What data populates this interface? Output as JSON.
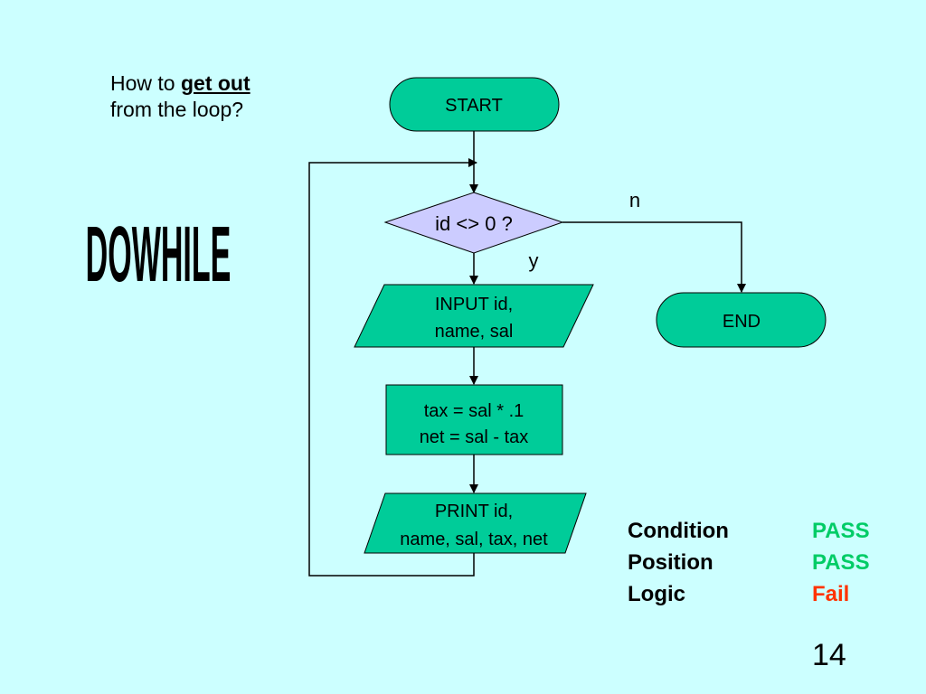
{
  "question": {
    "prefix": "How to",
    "emphasis": "get out",
    "line2": "from the loop?"
  },
  "title": "DOWHILE",
  "flowchart": {
    "start": "START",
    "condition": "id <> 0 ?",
    "no_label": "n",
    "yes_label": "y",
    "input_line1": "INPUT id,",
    "input_line2": "name, sal",
    "process_line1": "tax = sal * .1",
    "process_line2": "net = sal - tax",
    "print_line1": "PRINT id,",
    "print_line2": "name, sal, tax, net",
    "end": "END"
  },
  "results": [
    {
      "label": "Condition",
      "status": "PASS"
    },
    {
      "label": "Position",
      "status": "PASS"
    },
    {
      "label": "Logic",
      "status": "Fail"
    }
  ],
  "colors": {
    "background": "#ccffff",
    "shape_fill": "#00cc99",
    "decision_fill": "#ccccff",
    "pass": "#00cc66",
    "fail": "#ff3300"
  },
  "page_number": "14"
}
